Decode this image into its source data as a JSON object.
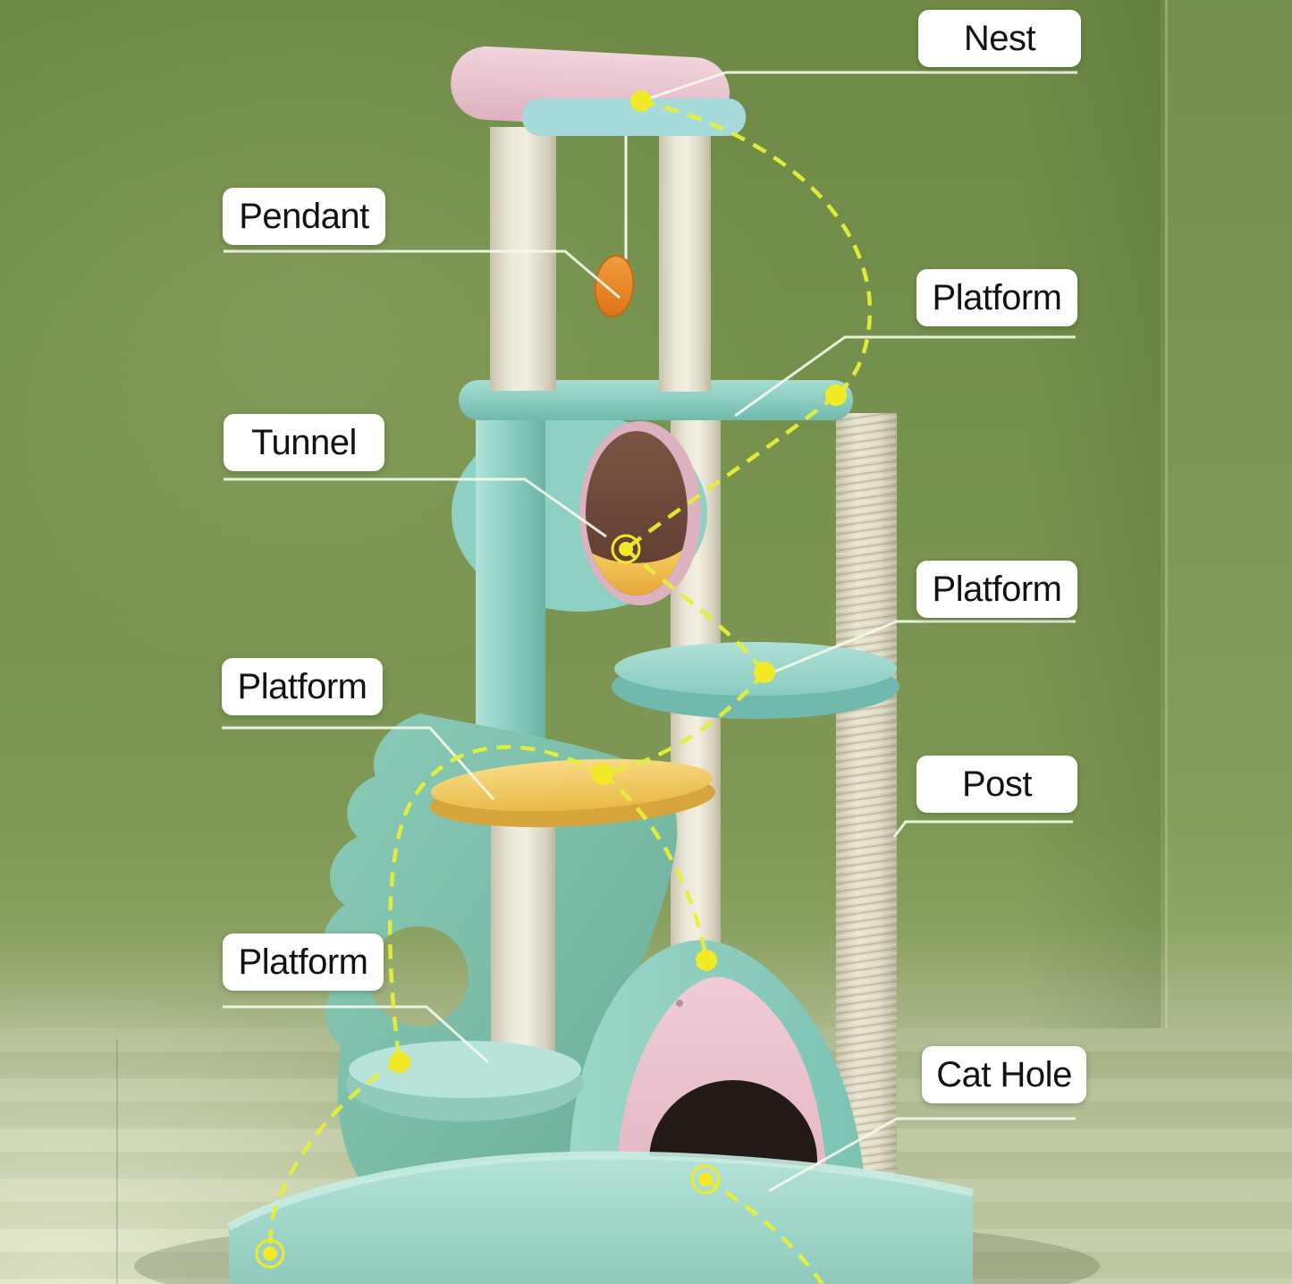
{
  "figure": {
    "subject": "cat-tree-product-callout-diagram"
  },
  "annotations": [
    {
      "id": "nest",
      "label": "Nest"
    },
    {
      "id": "pendant",
      "label": "Pendant"
    },
    {
      "id": "platform-top",
      "label": "Platform"
    },
    {
      "id": "tunnel",
      "label": "Tunnel"
    },
    {
      "id": "platform-mid",
      "label": "Platform"
    },
    {
      "id": "platform-left",
      "label": "Platform"
    },
    {
      "id": "post",
      "label": "Post"
    },
    {
      "id": "platform-bottom",
      "label": "Platform"
    },
    {
      "id": "cat-hole",
      "label": "Cat Hole"
    }
  ],
  "colors": {
    "background_wall": "#7b9452",
    "background_floor": "#c5cfa9",
    "label_background": "#ffffff",
    "label_text": "#121212",
    "leader_line": "#f4f9ea",
    "path_dashed": "#e6ef38",
    "path_dot": "#f2ea28",
    "plush_teal": "#8ed0c4",
    "plush_cream": "#e9e6d6",
    "plush_pink": "#eac6d1",
    "platform_yellow": "#eec05a",
    "pendant_orange": "#e5801f",
    "tunnel_interior": "#6b4639",
    "cat_hole_dark": "#241a16"
  }
}
